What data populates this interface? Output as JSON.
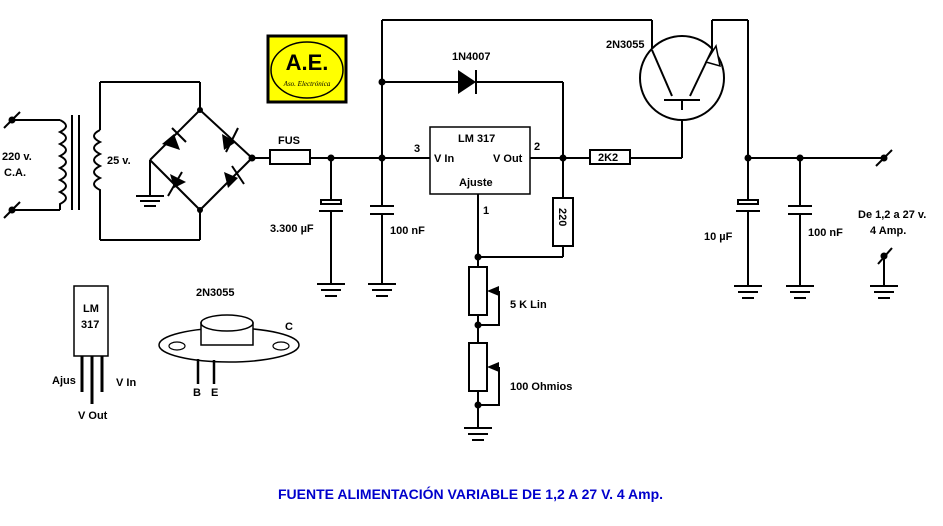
{
  "title": "FUENTE ALIMENTACIÓN VARIABLE DE 1,2 A 27 V. 4 Amp.",
  "colors": {
    "title": "#0000cc",
    "logo_bg": "#ffff00",
    "line": "#000000"
  },
  "logo": {
    "text": "A.E.",
    "subtitle": "Aso. Electrónica"
  },
  "input": {
    "voltage": "220 v.",
    "type": "C.A."
  },
  "transformer": {
    "secondary": "25 v."
  },
  "fuse": {
    "label": "FUS"
  },
  "caps": {
    "c1": "3.300 µF",
    "c2": "100 nF",
    "c3": "10 µF",
    "c4": "100 nF"
  },
  "regulator": {
    "name": "LM 317",
    "vin": "V In",
    "vout": "V Out",
    "adj": "Ajuste",
    "pin_in": "3",
    "pin_out": "2",
    "pin_adj": "1"
  },
  "diode": {
    "label": "1N4007"
  },
  "transistor": {
    "label": "2N3055"
  },
  "resistors": {
    "r1": "220",
    "r2": "2K2",
    "pot1": "5 K Lin",
    "pot2": "100 Ohmios"
  },
  "output": {
    "line1": "De 1,2 a 27 v.",
    "line2": "4 Amp."
  },
  "lm317_pkg": {
    "name1": "LM",
    "name2": "317",
    "ajus": "Ajus",
    "vin": "V In",
    "vout": "V Out"
  },
  "to3_pkg": {
    "name": "2N3055",
    "c": "C",
    "b": "B",
    "e": "E"
  }
}
